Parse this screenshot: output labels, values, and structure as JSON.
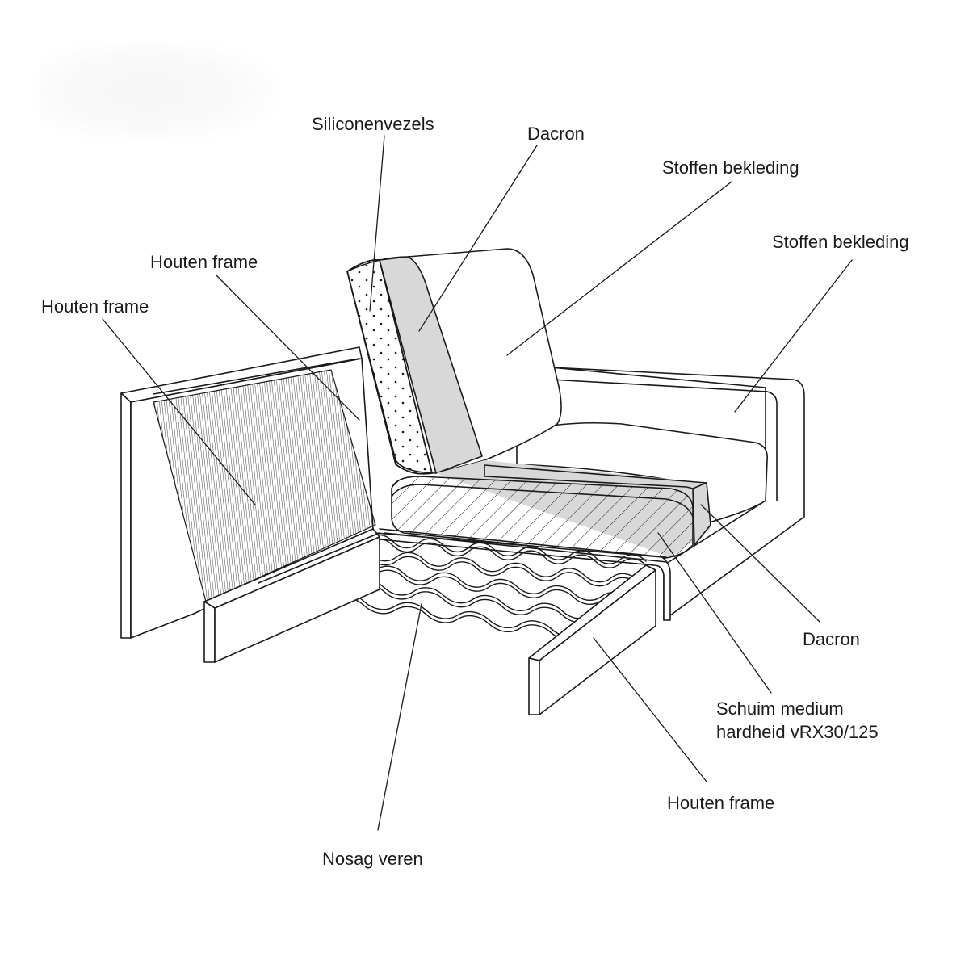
{
  "labels": {
    "siliconenvezels": "Siliconenvezels",
    "dacron_top": "Dacron",
    "stoffen_bekleding_1": "Stoffen bekleding",
    "stoffen_bekleding_2": "Stoffen bekleding",
    "houten_frame_back": "Houten frame",
    "houten_frame_side": "Houten frame",
    "dacron_right": "Dacron",
    "schuim_line1": "Schuim medium",
    "schuim_line2": "hardheid vRX30/125",
    "houten_frame_bottom": "Houten frame",
    "nosag_veren": "Nosag veren"
  },
  "colors": {
    "line": "#1a1a1a",
    "dacron_fill": "#d8d8d8",
    "background": "#ffffff"
  }
}
